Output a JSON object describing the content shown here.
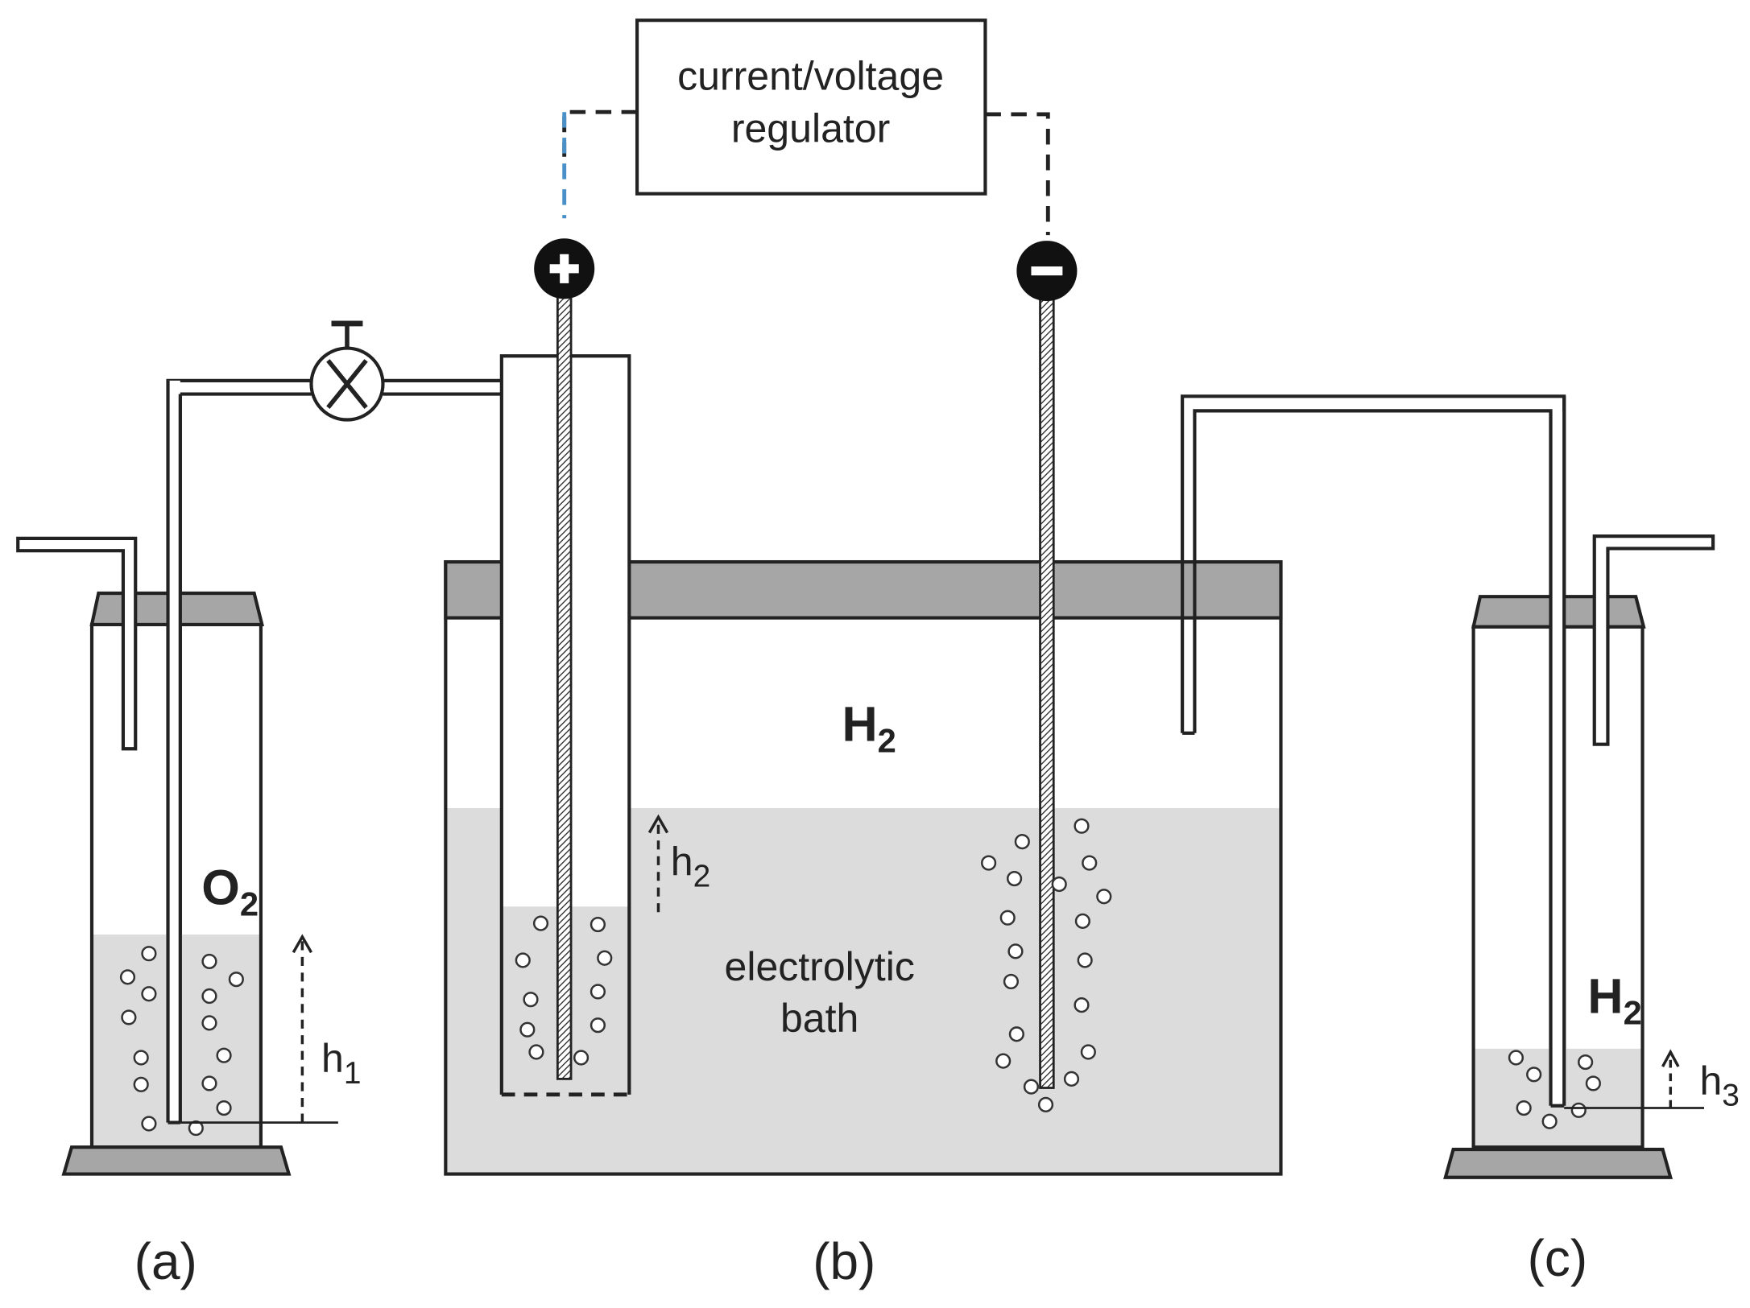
{
  "regulator": {
    "line1": "current/voltage",
    "line2": "regulator"
  },
  "electrodes": {
    "anode_symbol": "plus-sign",
    "cathode_symbol": "minus-sign"
  },
  "vessel_a": {
    "gas": "O",
    "gas_sub": "2",
    "height": "h",
    "height_sub": "1",
    "caption": "(a)"
  },
  "vessel_b": {
    "gas": "H",
    "gas_sub": "2",
    "height": "h",
    "height_sub": "2",
    "bath_line1": "electrolytic",
    "bath_line2": "bath",
    "caption": "(b)"
  },
  "vessel_c": {
    "gas": "H",
    "gas_sub": "2",
    "height": "h",
    "height_sub": "3",
    "caption": "(c)"
  },
  "colors": {
    "liquid": "#dcdcdc",
    "cap": "#a6a6a6",
    "outline": "#222222",
    "anode_wire": "#4a90c8"
  }
}
